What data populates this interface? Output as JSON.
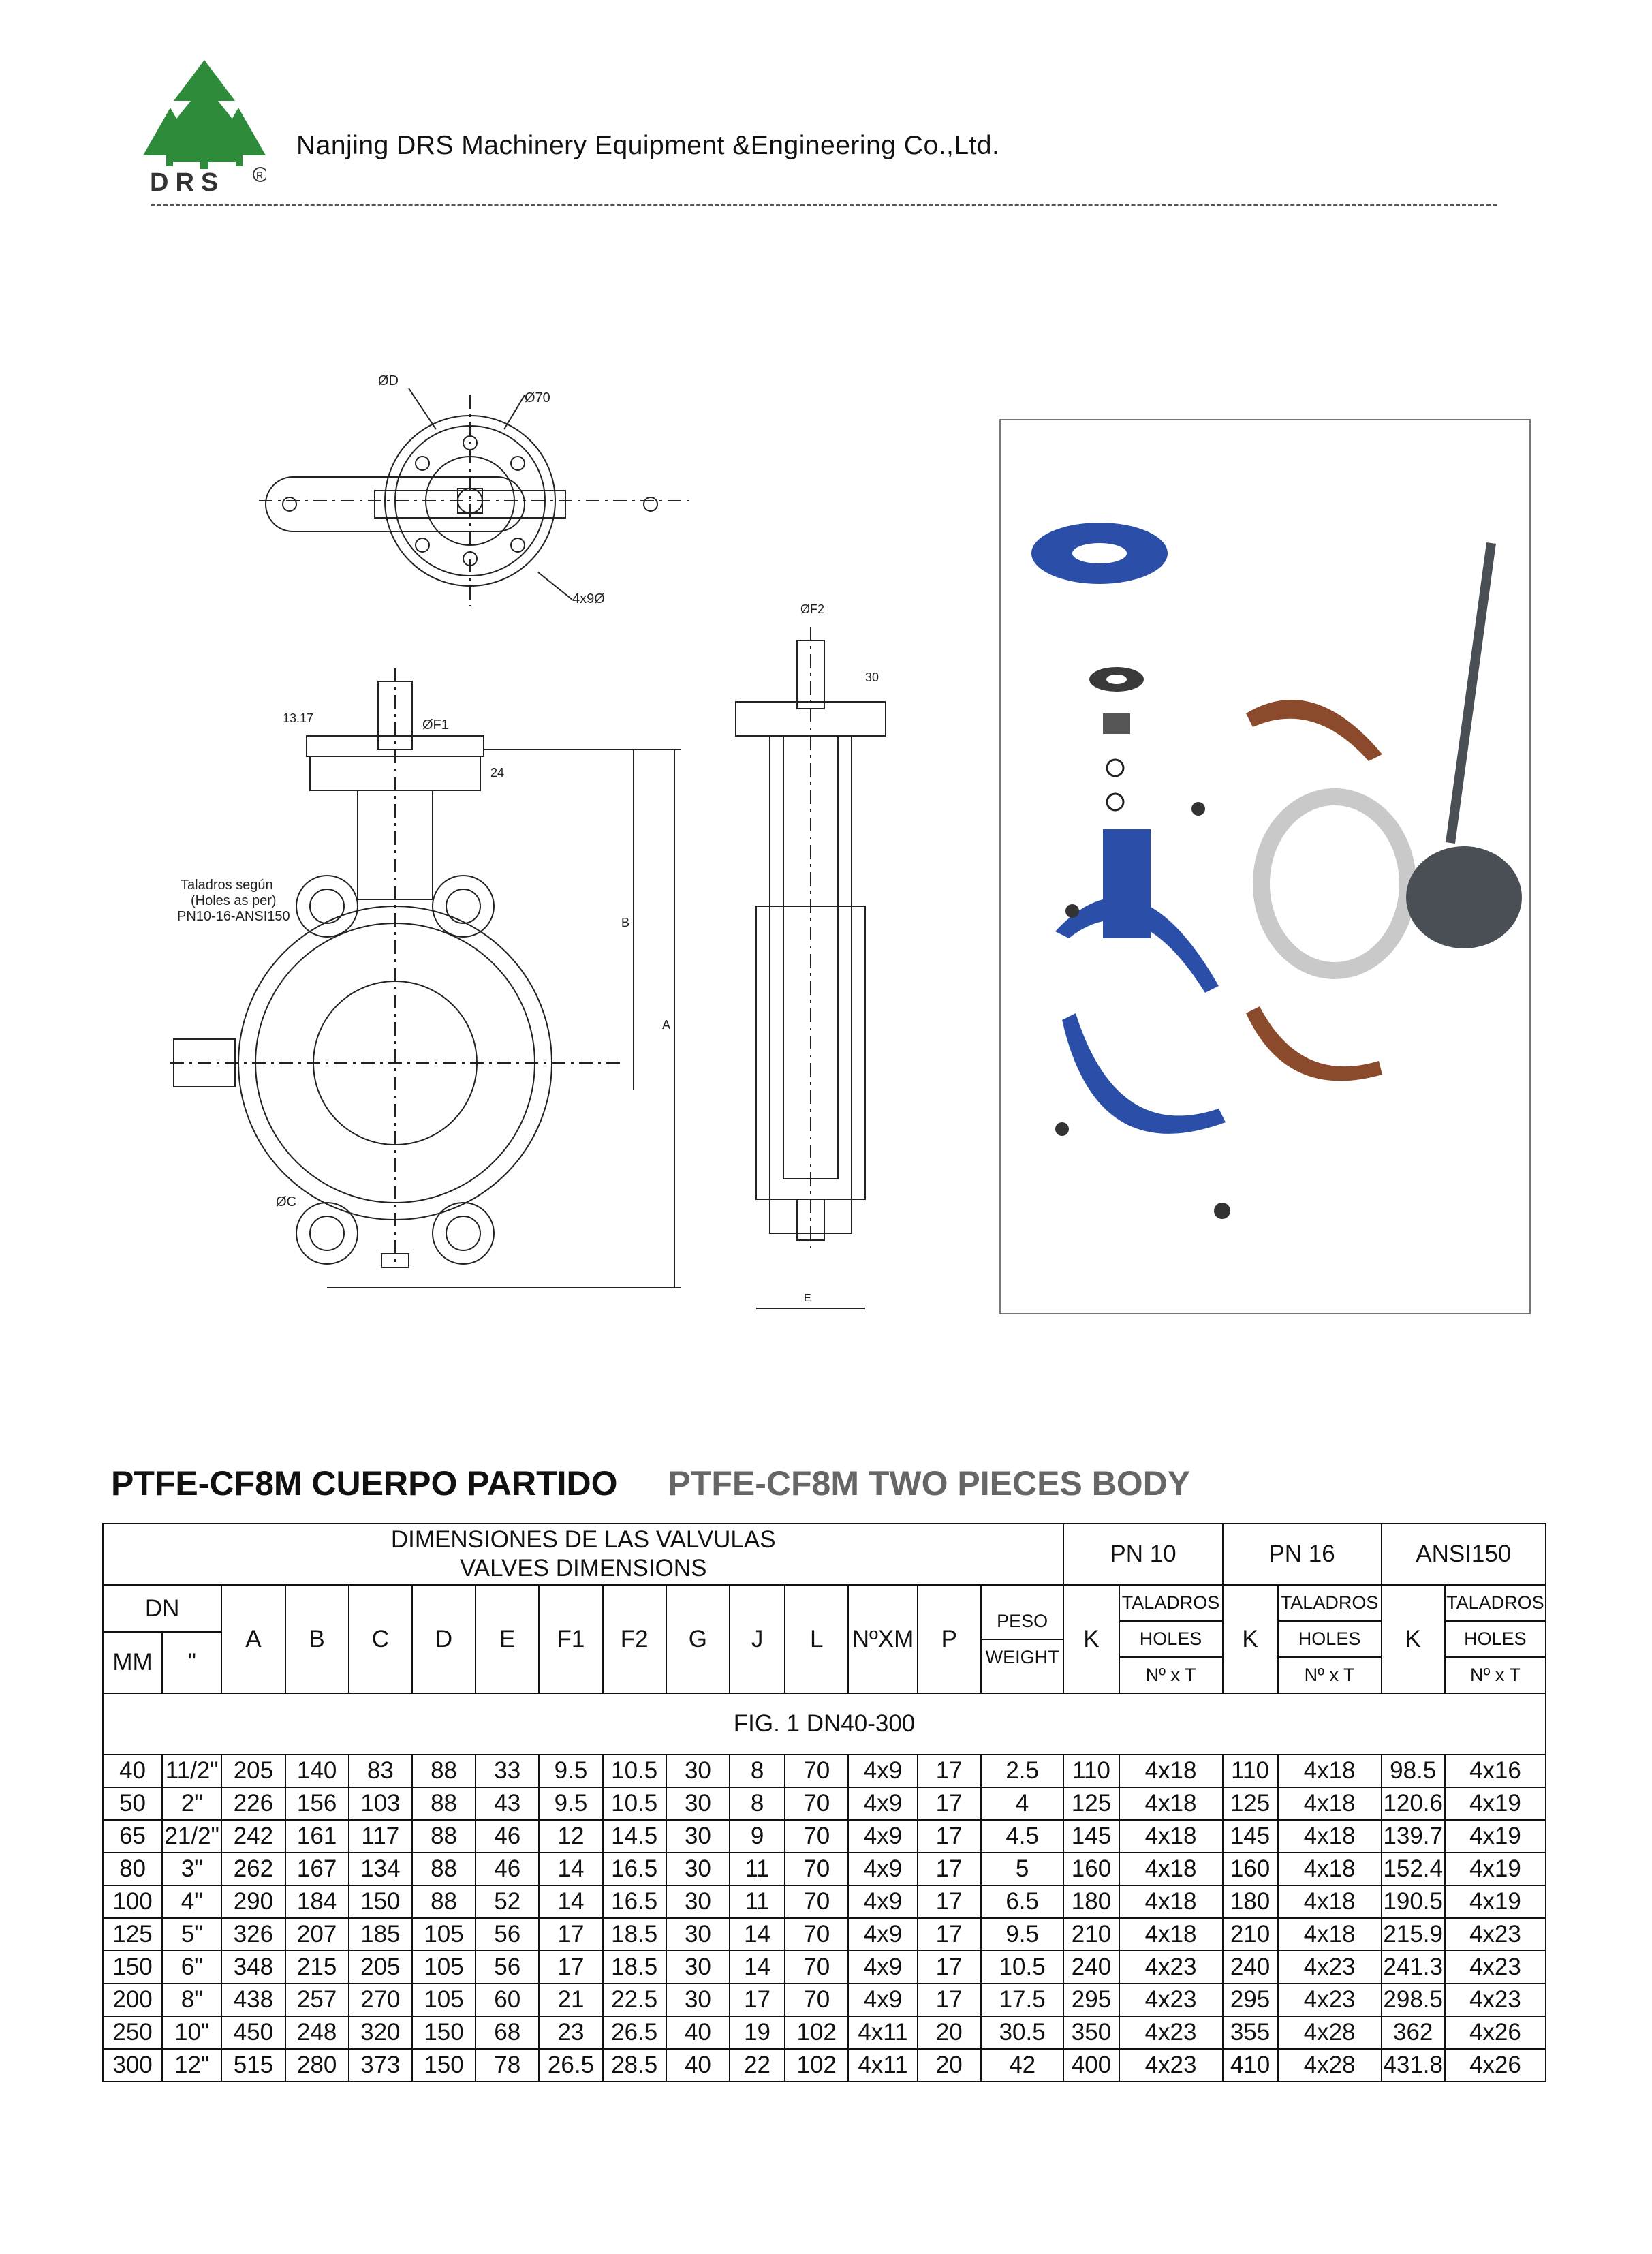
{
  "header": {
    "brand": "DRS",
    "registered": "R",
    "company": "Nanjing  DRS  Machinery  Equipment &Engineering  Co.,Ltd."
  },
  "drawing": {
    "labels": {
      "od": "ØD",
      "o70": "Ø70",
      "holes": "4x9Ø",
      "f1": "ØF1",
      "f2": "ØF2",
      "dim30": "30",
      "dim13": "13.17",
      "dim24": "24",
      "b": "B",
      "a": "A",
      "c": "ØC",
      "e": "E",
      "taladros_1": "Taladros según",
      "taladros_2": "(Holes as per)",
      "taladros_3": "PN10-16-ANSI150"
    }
  },
  "title": {
    "spanish": "PTFE-CF8M CUERPO PARTIDO",
    "english": "PTFE-CF8M TWO PIECES BODY"
  },
  "table": {
    "heading_es": "DIMENSIONES DE LAS VALVULAS",
    "heading_en": "VALVES DIMENSIONS",
    "pn10": "PN 10",
    "pn16": "PN 16",
    "ansi": "ANSI150",
    "taladros": "TALADROS",
    "holes": "HOLES",
    "nxt": "Nº x T",
    "k": "K",
    "dn": "DN",
    "mm": "MM",
    "inch": "\"",
    "cols": [
      "A",
      "B",
      "C",
      "D",
      "E",
      "F1",
      "F2",
      "G",
      "J",
      "L",
      "NºXM",
      "P"
    ],
    "peso": "PESO",
    "weight": "WEIGHT",
    "fig": "FIG. 1  DN40-300",
    "rows": [
      [
        "40",
        "11/2\"",
        "205",
        "140",
        "83",
        "88",
        "33",
        "9.5",
        "10.5",
        "30",
        "8",
        "70",
        "4x9",
        "17",
        "2.5",
        "110",
        "4x18",
        "110",
        "4x18",
        "98.5",
        "4x16"
      ],
      [
        "50",
        "2\"",
        "226",
        "156",
        "103",
        "88",
        "43",
        "9.5",
        "10.5",
        "30",
        "8",
        "70",
        "4x9",
        "17",
        "4",
        "125",
        "4x18",
        "125",
        "4x18",
        "120.6",
        "4x19"
      ],
      [
        "65",
        "21/2\"",
        "242",
        "161",
        "117",
        "88",
        "46",
        "12",
        "14.5",
        "30",
        "9",
        "70",
        "4x9",
        "17",
        "4.5",
        "145",
        "4x18",
        "145",
        "4x18",
        "139.7",
        "4x19"
      ],
      [
        "80",
        "3\"",
        "262",
        "167",
        "134",
        "88",
        "46",
        "14",
        "16.5",
        "30",
        "11",
        "70",
        "4x9",
        "17",
        "5",
        "160",
        "4x18",
        "160",
        "4x18",
        "152.4",
        "4x19"
      ],
      [
        "100",
        "4\"",
        "290",
        "184",
        "150",
        "88",
        "52",
        "14",
        "16.5",
        "30",
        "11",
        "70",
        "4x9",
        "17",
        "6.5",
        "180",
        "4x18",
        "180",
        "4x18",
        "190.5",
        "4x19"
      ],
      [
        "125",
        "5\"",
        "326",
        "207",
        "185",
        "105",
        "56",
        "17",
        "18.5",
        "30",
        "14",
        "70",
        "4x9",
        "17",
        "9.5",
        "210",
        "4x18",
        "210",
        "4x18",
        "215.9",
        "4x23"
      ],
      [
        "150",
        "6\"",
        "348",
        "215",
        "205",
        "105",
        "56",
        "17",
        "18.5",
        "30",
        "14",
        "70",
        "4x9",
        "17",
        "10.5",
        "240",
        "4x23",
        "240",
        "4x23",
        "241.3",
        "4x23"
      ],
      [
        "200",
        "8\"",
        "438",
        "257",
        "270",
        "105",
        "60",
        "21",
        "22.5",
        "30",
        "17",
        "70",
        "4x9",
        "17",
        "17.5",
        "295",
        "4x23",
        "295",
        "4x23",
        "298.5",
        "4x23"
      ],
      [
        "250",
        "10\"",
        "450",
        "248",
        "320",
        "150",
        "68",
        "23",
        "26.5",
        "40",
        "19",
        "102",
        "4x11",
        "20",
        "30.5",
        "350",
        "4x23",
        "355",
        "4x28",
        "362",
        "4x26"
      ],
      [
        "300",
        "12\"",
        "515",
        "280",
        "373",
        "150",
        "78",
        "26.5",
        "28.5",
        "40",
        "22",
        "102",
        "4x11",
        "20",
        "42",
        "400",
        "4x23",
        "410",
        "4x28",
        "431.8",
        "4x26"
      ]
    ]
  },
  "colors": {
    "tree": "#2e8b3a",
    "body_blue": "#2b4fa8",
    "liner_brown": "#8b4a2b",
    "disc_grey": "#4a4e55"
  }
}
